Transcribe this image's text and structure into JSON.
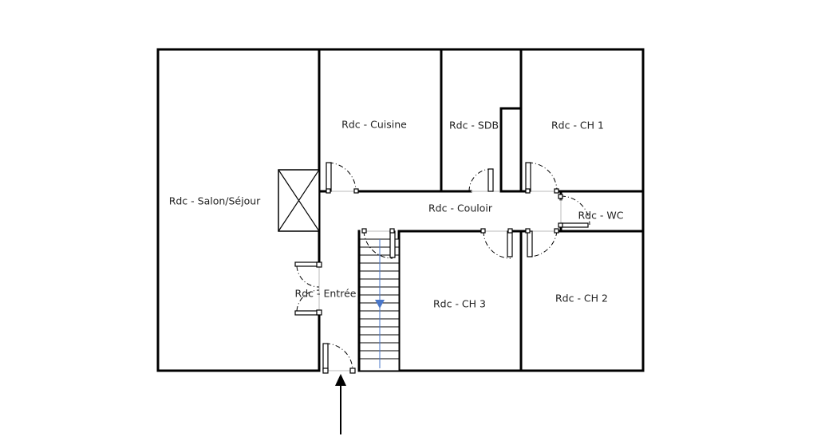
{
  "plan": {
    "rooms": [
      {
        "id": "salon",
        "label": "Rdc - Salon/Séjour"
      },
      {
        "id": "cuisine",
        "label": "Rdc - Cuisine"
      },
      {
        "id": "sdb",
        "label": "Rdc - SDB"
      },
      {
        "id": "ch1",
        "label": "Rdc - CH 1"
      },
      {
        "id": "couloir",
        "label": "Rdc - Couloir"
      },
      {
        "id": "wc",
        "label": "Rdc - WC"
      },
      {
        "id": "entree",
        "label": "Rdc - Entrée"
      },
      {
        "id": "ch3",
        "label": "Rdc - CH 3"
      },
      {
        "id": "ch2",
        "label": "Rdc - CH 2"
      }
    ],
    "stair_direction": "down",
    "entrance_direction": "up",
    "colors": {
      "walls": "#000000",
      "background": "#ffffff",
      "stair_arrow": "#4a77c9"
    }
  }
}
